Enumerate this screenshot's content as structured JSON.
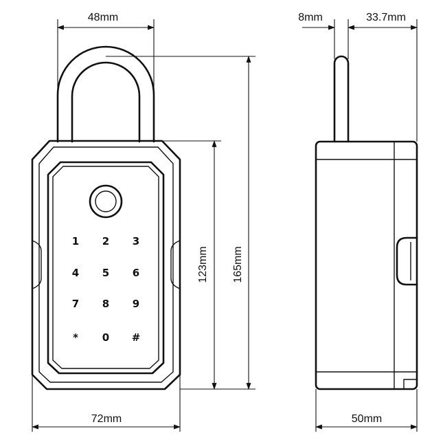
{
  "dimensions": {
    "shackle_width": "48mm",
    "shackle_thickness": "8mm",
    "shackle_offset": "33.7mm",
    "body_height": "123mm",
    "total_height": "165mm",
    "body_width": "72mm",
    "body_depth": "50mm"
  },
  "keypad": {
    "keys": [
      "1",
      "2",
      "3",
      "4",
      "5",
      "6",
      "7",
      "8",
      "9",
      "*",
      "0",
      "#"
    ]
  },
  "colors": {
    "line": "#111111",
    "background": "#ffffff"
  }
}
